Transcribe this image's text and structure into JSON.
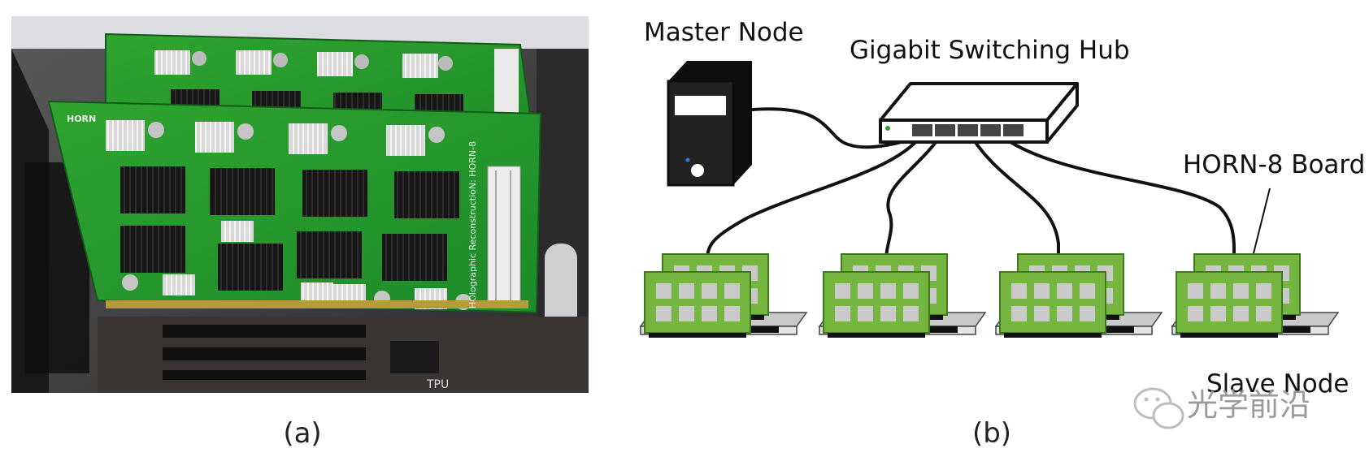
{
  "panel_a": {
    "caption": "(a)",
    "silkscreen": {
      "logo": "HORN",
      "board_name": "HORN-8",
      "vertical_text": "HOlographic ReconstructioN: HORN-8",
      "connector_label": "TPU"
    }
  },
  "panel_b": {
    "caption": "(b)",
    "labels": {
      "master": "Master Node",
      "switch": "Gigabit Switching Hub",
      "board": "HORN-8 Board",
      "slave": "Slave Node"
    },
    "colors": {
      "board_green": "#74b63f",
      "board_outline": "#3f7a1c",
      "chip_gray": "#c9c9c9",
      "cable_black": "#111111"
    }
  },
  "watermark": {
    "text": "光学前沿",
    "icon": "wechat-icon"
  }
}
